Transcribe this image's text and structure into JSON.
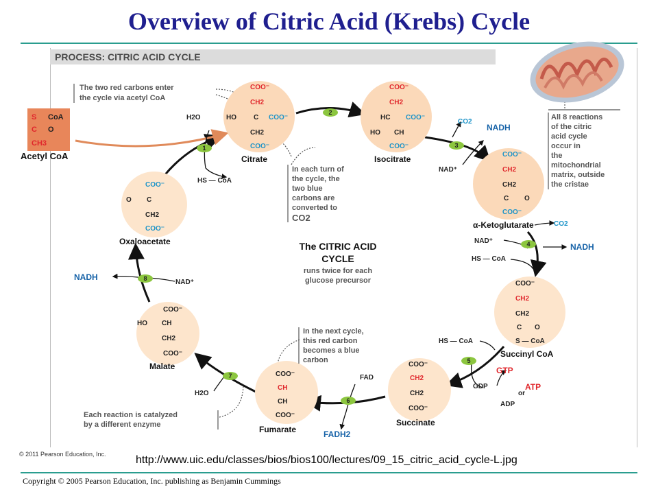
{
  "title": "Overview of Citric Acid (Krebs) Cycle",
  "banner": "PROCESS: CITRIC ACID CYCLE",
  "acetyl": {
    "l1": "S",
    "l1b": "CoA",
    "l2": "C",
    "l2b": "O",
    "l3": "CH3",
    "name": "Acetyl CoA"
  },
  "notes": {
    "red_carbons": [
      "The two red carbons enter",
      "the cycle via acetyl CoA"
    ],
    "blue_carbons": [
      "In each turn of",
      "the cycle, the",
      "two blue",
      "carbons are",
      "converted to",
      "CO2"
    ],
    "next_cycle": [
      "In the next cycle,",
      "this red carbon",
      "becomes a blue",
      "carbon"
    ],
    "enzyme": [
      "Each reaction is catalyzed",
      "by a different enzyme"
    ],
    "matrix": [
      "All 8 reactions",
      "of the citric",
      "acid cycle",
      "occur in",
      "the",
      "mitochondrial",
      "matrix, outside",
      "the cristae"
    ]
  },
  "center": {
    "l1": "The CITRIC ACID",
    "l2": "CYCLE",
    "l3": "runs twice for each",
    "l4": "glucose precursor"
  },
  "molecules": {
    "citrate": "Citrate",
    "isocitrate": "Isocitrate",
    "ketoglutarate": "α-Ketoglutarate",
    "succinyl": "Succinyl CoA",
    "succinate": "Succinate",
    "fumarate": "Fumarate",
    "malate": "Malate",
    "oxaloacetate": "Oxaloacetate"
  },
  "formula": {
    "coo": "COO⁻",
    "ch2": "CH2",
    "c": "C",
    "o": "O",
    "ho": "HO",
    "ch": "CH",
    "hc": "HC",
    "s_coa": "S — CoA",
    "coa": "CoA"
  },
  "side": {
    "h2o": "H2O",
    "hscoa": "HS — CoA",
    "co2": "CO2",
    "nadh": "NADH",
    "nadp": "NAD⁺",
    "gtp": "GTP",
    "gdp": "GDP",
    "atp": "ATP",
    "adp": "ADP",
    "or": "or",
    "fad": "FAD",
    "fadh2": "FADH2"
  },
  "steps": [
    "1",
    "2",
    "3",
    "4",
    "5",
    "6",
    "7",
    "8"
  ],
  "colors": {
    "title": "#1f1f8f",
    "molecule": "#fbd9b9",
    "red": "#e0272c",
    "blue": "#1b93c8",
    "step": "#8cc63f",
    "nadh": "#1763a8"
  },
  "pearson_note": "© 2011 Pearson Education, Inc.",
  "url": "http://www.uic.edu/classes/bios/bios100/lectures/09_15_citric_acid_cycle-L.jpg",
  "copyright": "Copyright © 2005 Pearson Education, Inc. publishing as Benjamin Cummings"
}
